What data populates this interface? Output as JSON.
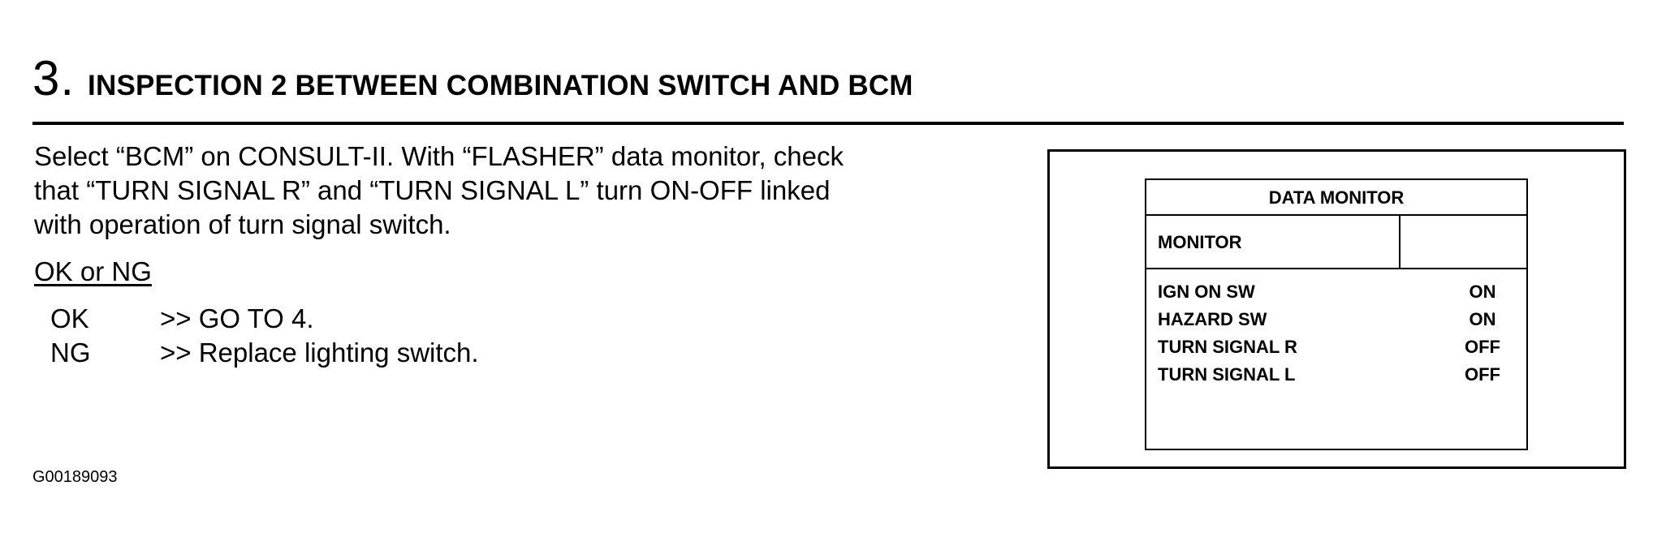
{
  "section": {
    "number": "3.",
    "title": "INSPECTION 2 BETWEEN COMBINATION SWITCH AND BCM"
  },
  "instructions": {
    "lines": [
      "Select “BCM” on CONSULT-II. With “FLASHER” data monitor, check",
      "that “TURN SIGNAL R” and “TURN SIGNAL L” turn ON-OFF linked",
      "with operation of turn signal switch."
    ]
  },
  "results": {
    "heading": "OK or NG",
    "ok": {
      "code": "OK",
      "action": ">> GO TO 4."
    },
    "ng": {
      "code": "NG",
      "action": ">> Replace lighting switch."
    }
  },
  "figure_id": "G00189093",
  "data_monitor": {
    "title": "DATA MONITOR",
    "column_label": "MONITOR",
    "rows": [
      {
        "item": "IGN ON SW",
        "value": "ON"
      },
      {
        "item": "HAZARD SW",
        "value": "ON"
      },
      {
        "item": "TURN SIGNAL R",
        "value": "OFF"
      },
      {
        "item": "TURN SIGNAL L",
        "value": "OFF"
      }
    ]
  }
}
